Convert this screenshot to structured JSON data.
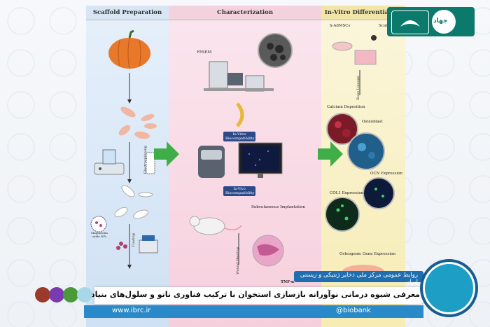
{
  "panels": {
    "scaffold_title": "Scaffold Preparation",
    "characterization_title": "Characterization",
    "invitro_title": "In-Vitro Differentiation"
  },
  "labels": {
    "fesem": "FESEM",
    "invitro_bio_1": "In-Vitro Biocompatibility",
    "invitro_bio_2": "In-Vivo Biocompatibility",
    "subcutaneous": "Subcutaneous Implantation",
    "wound": "Wound Healing",
    "tnf": "TNF-α",
    "hadmscs": "h-AdMSCs",
    "scaffold_short": "Scaffo",
    "bone_lineage": "Bone Lineage",
    "calcium": "Calcium Deposition",
    "osteoblast": "Osteoblast",
    "ocn": "OCN Expression",
    "col1": "COL1 Expression",
    "osteogenic": "Osteogenic Gene Expression",
    "electrospinning": "Electrospinning",
    "coating": "Coating",
    "nps": "Magnesium oxide NPs"
  },
  "banner": {
    "top": "روابط عمومی مرکز ملی ذخایر ژنتیکی و زیستی ایران",
    "main": "معرفی شیوه درمانی نوآورانه  بازسازی استخوان با ترکیب فناوری نانو و سلول‌های بنیادی",
    "website": "www.ibrc.ir",
    "social": "@biobank"
  },
  "logo": {
    "text": "جهاد"
  },
  "colors": {
    "accent": "#1f6fb0",
    "teal": "#0b7a6c",
    "green_arrow": "#3fae49"
  }
}
